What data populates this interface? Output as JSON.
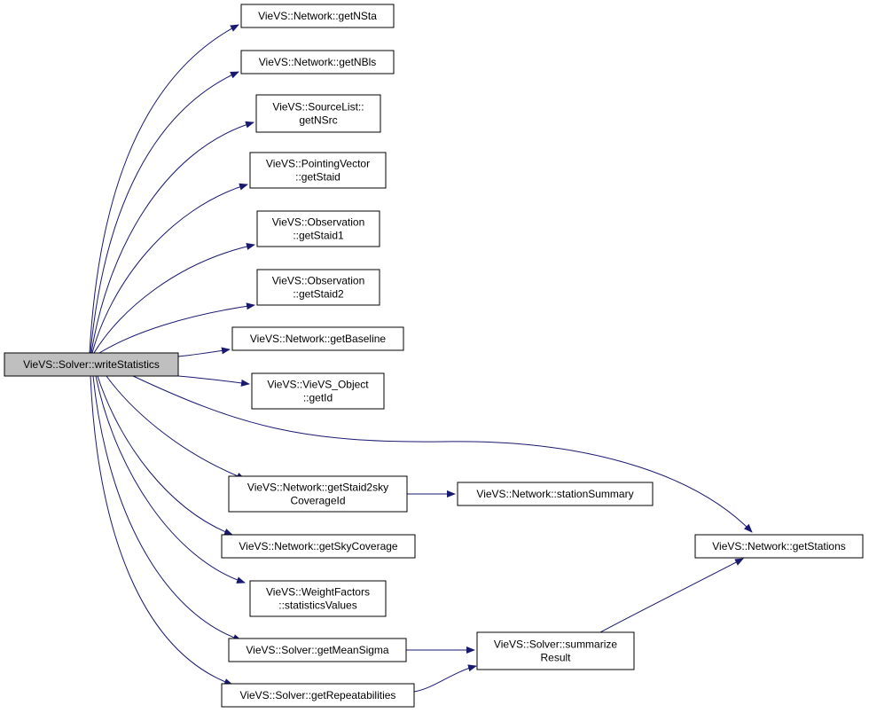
{
  "colors": {
    "edge": "#191970",
    "node_border": "#000000",
    "root_fill": "#bfbfbf",
    "node_fill": "#ffffff"
  },
  "nodes": {
    "root": [
      "VieVS::Solver::writeStatistics"
    ],
    "getNSta": [
      "VieVS::Network::getNSta"
    ],
    "getNBls": [
      "VieVS::Network::getNBls"
    ],
    "getNSrc": [
      "VieVS::SourceList::",
      "getNSrc"
    ],
    "pvGetStaid": [
      "VieVS::PointingVector",
      "::getStaid"
    ],
    "getStaid1": [
      "VieVS::Observation",
      "::getStaid1"
    ],
    "getStaid2": [
      "VieVS::Observation",
      "::getStaid2"
    ],
    "getBaseline": [
      "VieVS::Network::getBaseline"
    ],
    "getId": [
      "VieVS::VieVS_Object",
      "::getId"
    ],
    "getStaid2sky": [
      "VieVS::Network::getStaid2sky",
      "CoverageId"
    ],
    "stationSummary": [
      "VieVS::Network::stationSummary"
    ],
    "getSkyCoverage": [
      "VieVS::Network::getSkyCoverage"
    ],
    "getStations": [
      "VieVS::Network::getStations"
    ],
    "statisticsValues": [
      "VieVS::WeightFactors",
      "::statisticsValues"
    ],
    "getMeanSigma": [
      "VieVS::Solver::getMeanSigma"
    ],
    "summarizeResult": [
      "VieVS::Solver::summarize",
      "Result"
    ],
    "getRepeatabilities": [
      "VieVS::Solver::getRepeatabilities"
    ]
  }
}
